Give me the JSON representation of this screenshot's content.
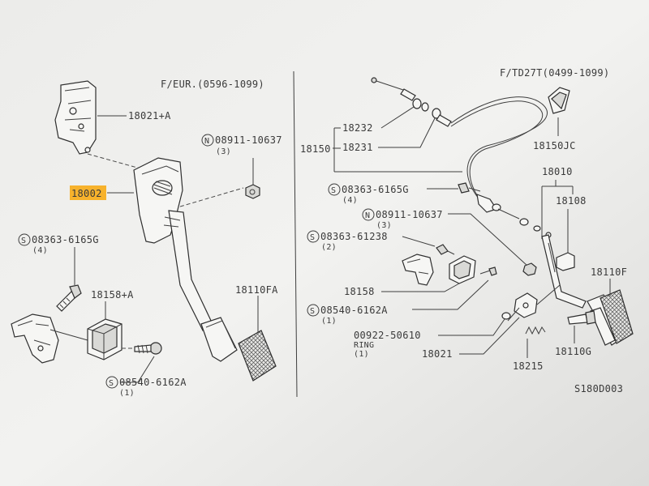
{
  "left_panel": {
    "header": "F/EUR.(0596-1099)",
    "labels": {
      "p18021A": "18021+A",
      "p18002": "18002",
      "n08911_10637": "08911-10637",
      "n08911_qty": "(3)",
      "s08363_6165G": "08363-6165G",
      "s08363_qty": "(4)",
      "p18158A": "18158+A",
      "p18110FA": "18110FA",
      "s08540_6162A": "08540-6162A",
      "s08540_qty": "(1)"
    }
  },
  "right_panel": {
    "header": "F/TD27T(0499-1099)",
    "labels": {
      "p18232": "18232",
      "p18231": "18231",
      "p18150": "18150",
      "p18150JC": "18150JC",
      "p18010": "18010",
      "p18108": "18108",
      "s08363_6165G": "08363-6165G",
      "s08363_6165G_qty": "(4)",
      "n08911_10637": "08911-10637",
      "n08911_qty": "(3)",
      "s08363_61238": "08363-61238",
      "s08363_61238_qty": "(2)",
      "p18158": "18158",
      "p18110F": "18110F",
      "s08540_6162A": "08540-6162A",
      "s08540_qty": "(1)",
      "p00922_50610": "00922-50610",
      "ring": "RING",
      "ring_qty": "(1)",
      "p18021": "18021",
      "p18110G": "18110G",
      "p18215": "18215"
    }
  },
  "footer_code": "S180D003",
  "symbols": {
    "s": "S",
    "n": "N"
  },
  "colors": {
    "highlight": "#f7b22c",
    "ink": "#3a3a3a",
    "paper": "#f6f6f4"
  }
}
